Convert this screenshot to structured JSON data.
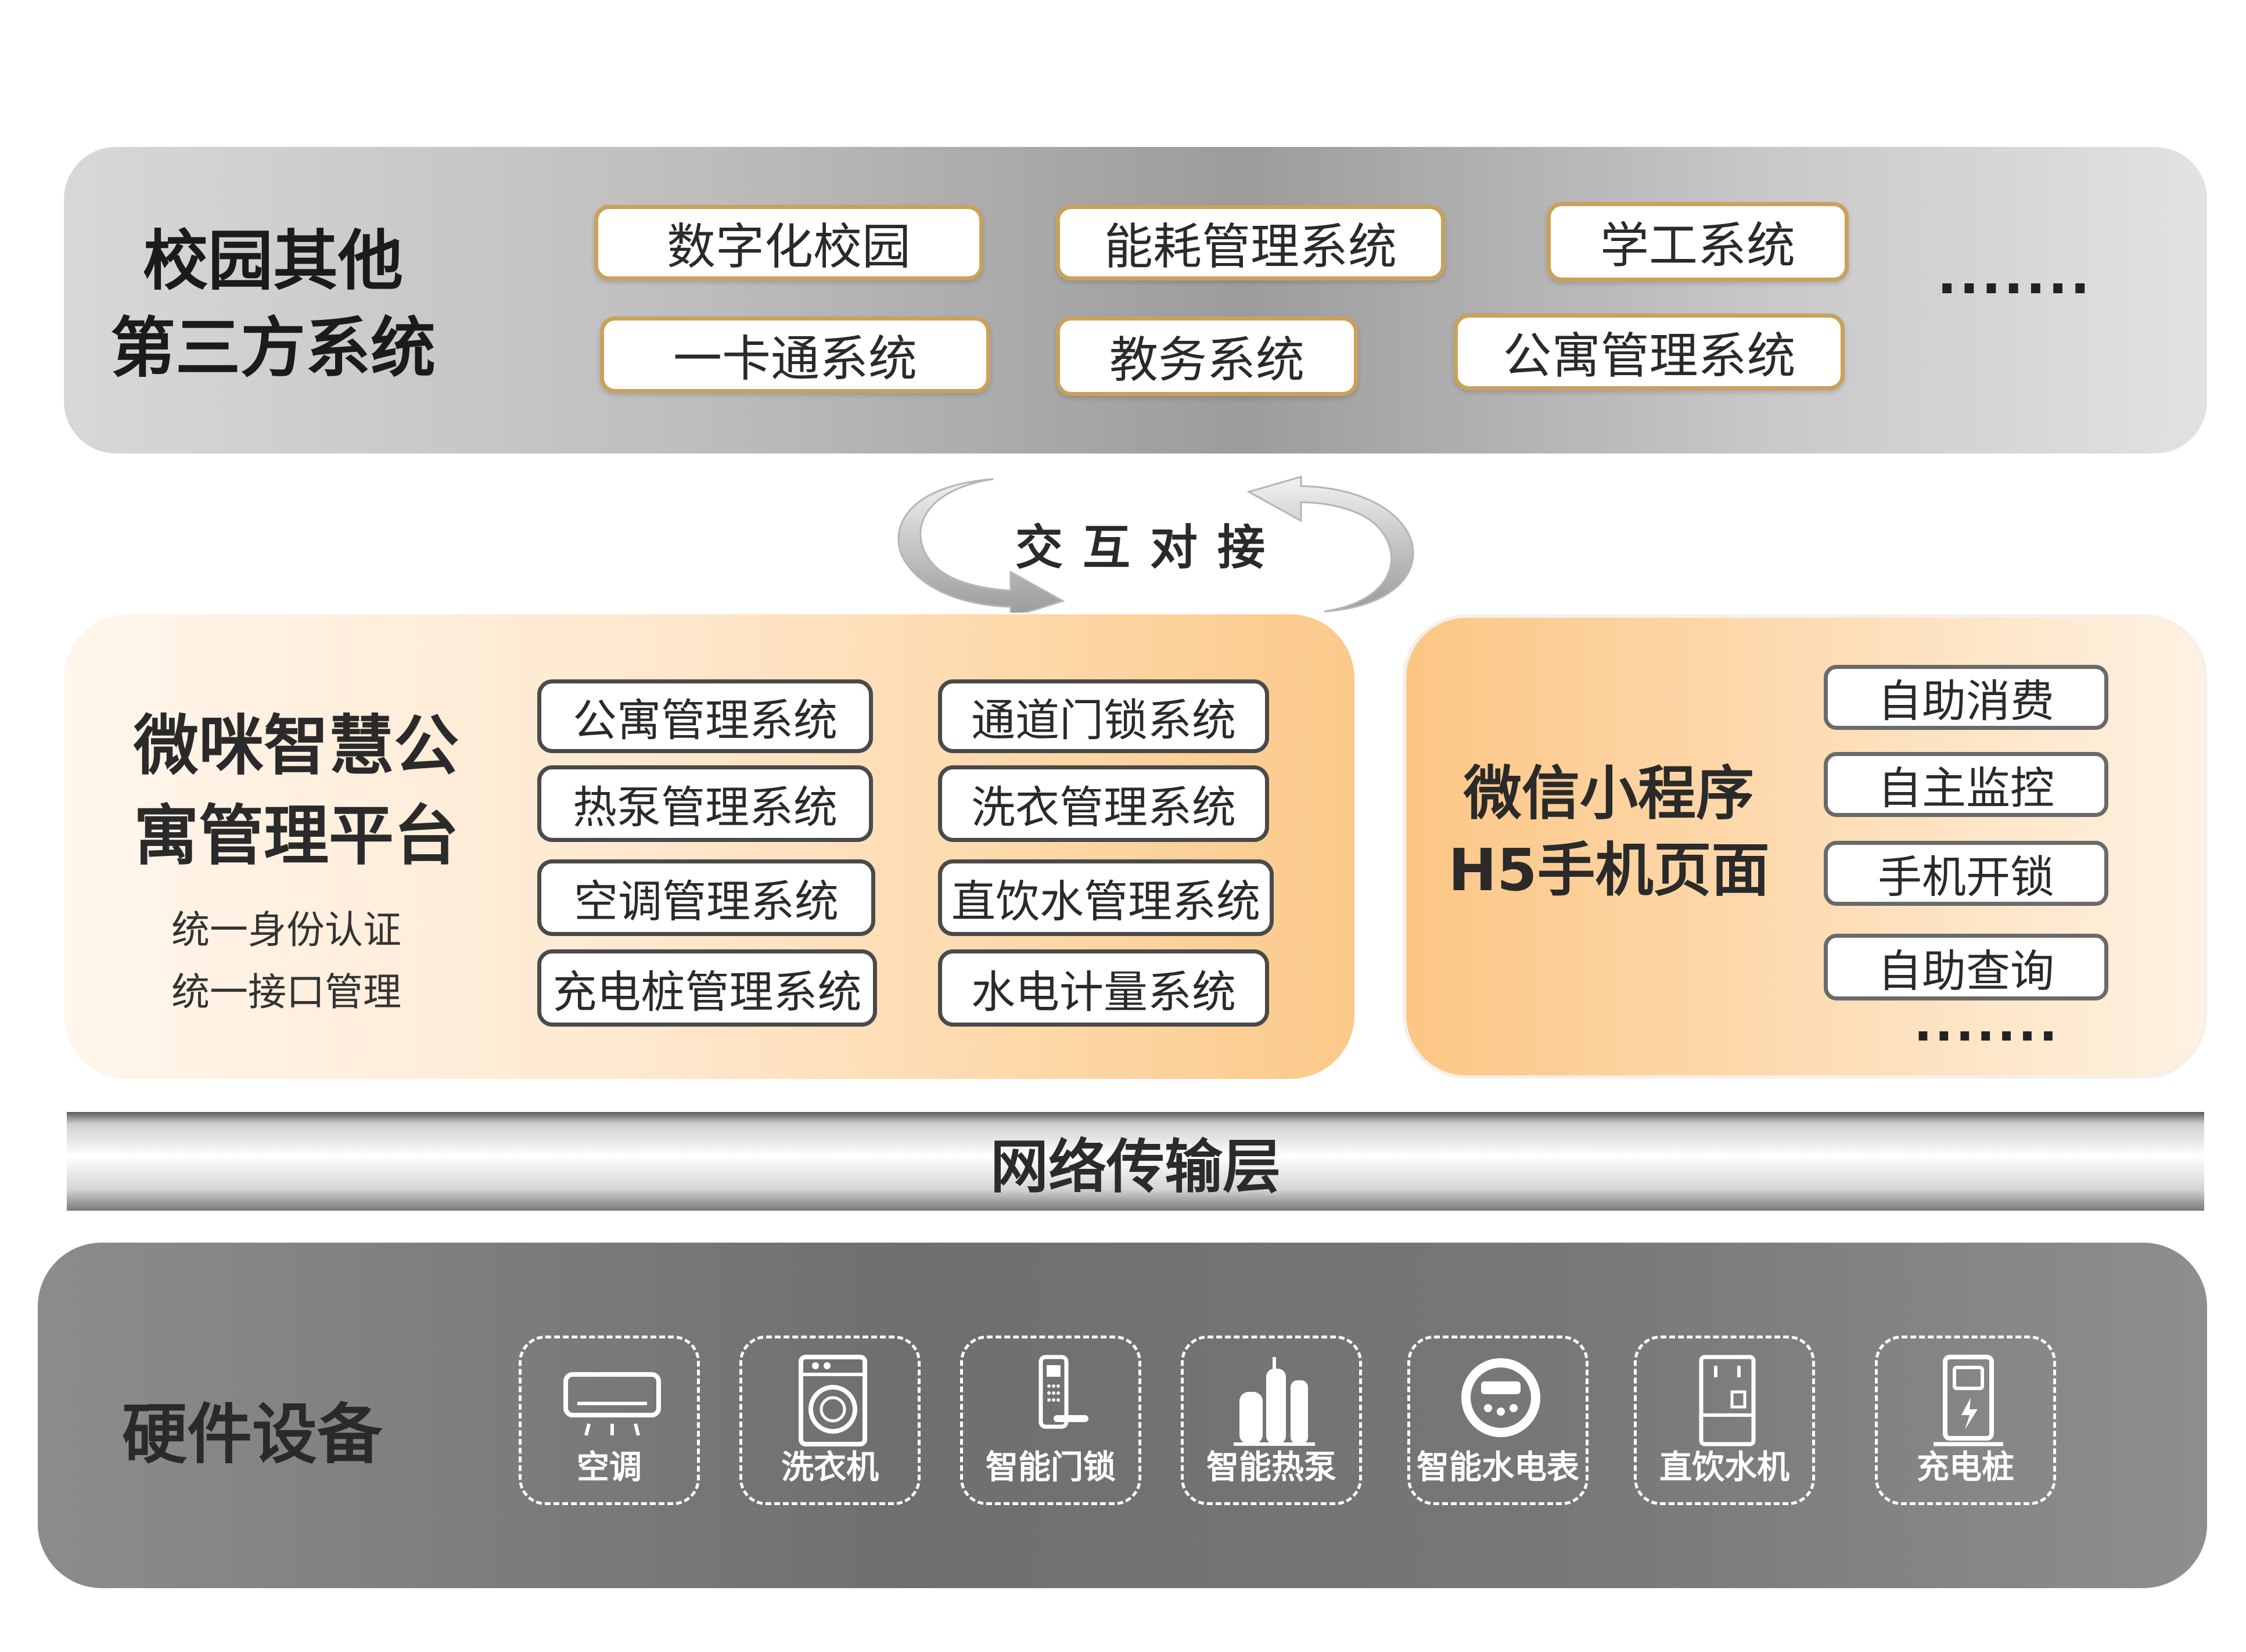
{
  "third_party": {
    "title_line1": "校园其他",
    "title_line2": "第三方系统",
    "systems": [
      "数字化校园",
      "能耗管理系统",
      "学工系统",
      "一卡通系统",
      "教务系统",
      "公寓管理系统"
    ],
    "ellipsis": "·······"
  },
  "exchange": {
    "label": "交互对接"
  },
  "platform": {
    "title_line1": "微咪智慧公",
    "title_line2": "寓管理平台",
    "subtitle1": "统一身份认证",
    "subtitle2": "统一接口管理",
    "modules": [
      "公寓管理系统",
      "通道门锁系统",
      "热泵管理系统",
      "洗衣管理系统",
      "空调管理系统",
      "直饮水管理系统",
      "充电桩管理系统",
      "水电计量系统"
    ]
  },
  "wechat": {
    "title_line1": "微信小程序",
    "title_line2": "H5手机页面",
    "features": [
      "自助消费",
      "自主监控",
      "手机开锁",
      "自助查询"
    ],
    "ellipsis": "·······"
  },
  "network": {
    "label": "网络传输层"
  },
  "hardware": {
    "title": "硬件设备",
    "devices": [
      {
        "label": "空调",
        "icon": "air-conditioner-icon"
      },
      {
        "label": "洗衣机",
        "icon": "washing-machine-icon"
      },
      {
        "label": "智能门锁",
        "icon": "smart-lock-icon"
      },
      {
        "label": "智能热泵",
        "icon": "heat-pump-icon"
      },
      {
        "label": "智能水电表",
        "icon": "meter-icon"
      },
      {
        "label": "直饮水机",
        "icon": "water-dispenser-icon"
      },
      {
        "label": "充电桩",
        "icon": "charging-pile-icon"
      }
    ]
  }
}
